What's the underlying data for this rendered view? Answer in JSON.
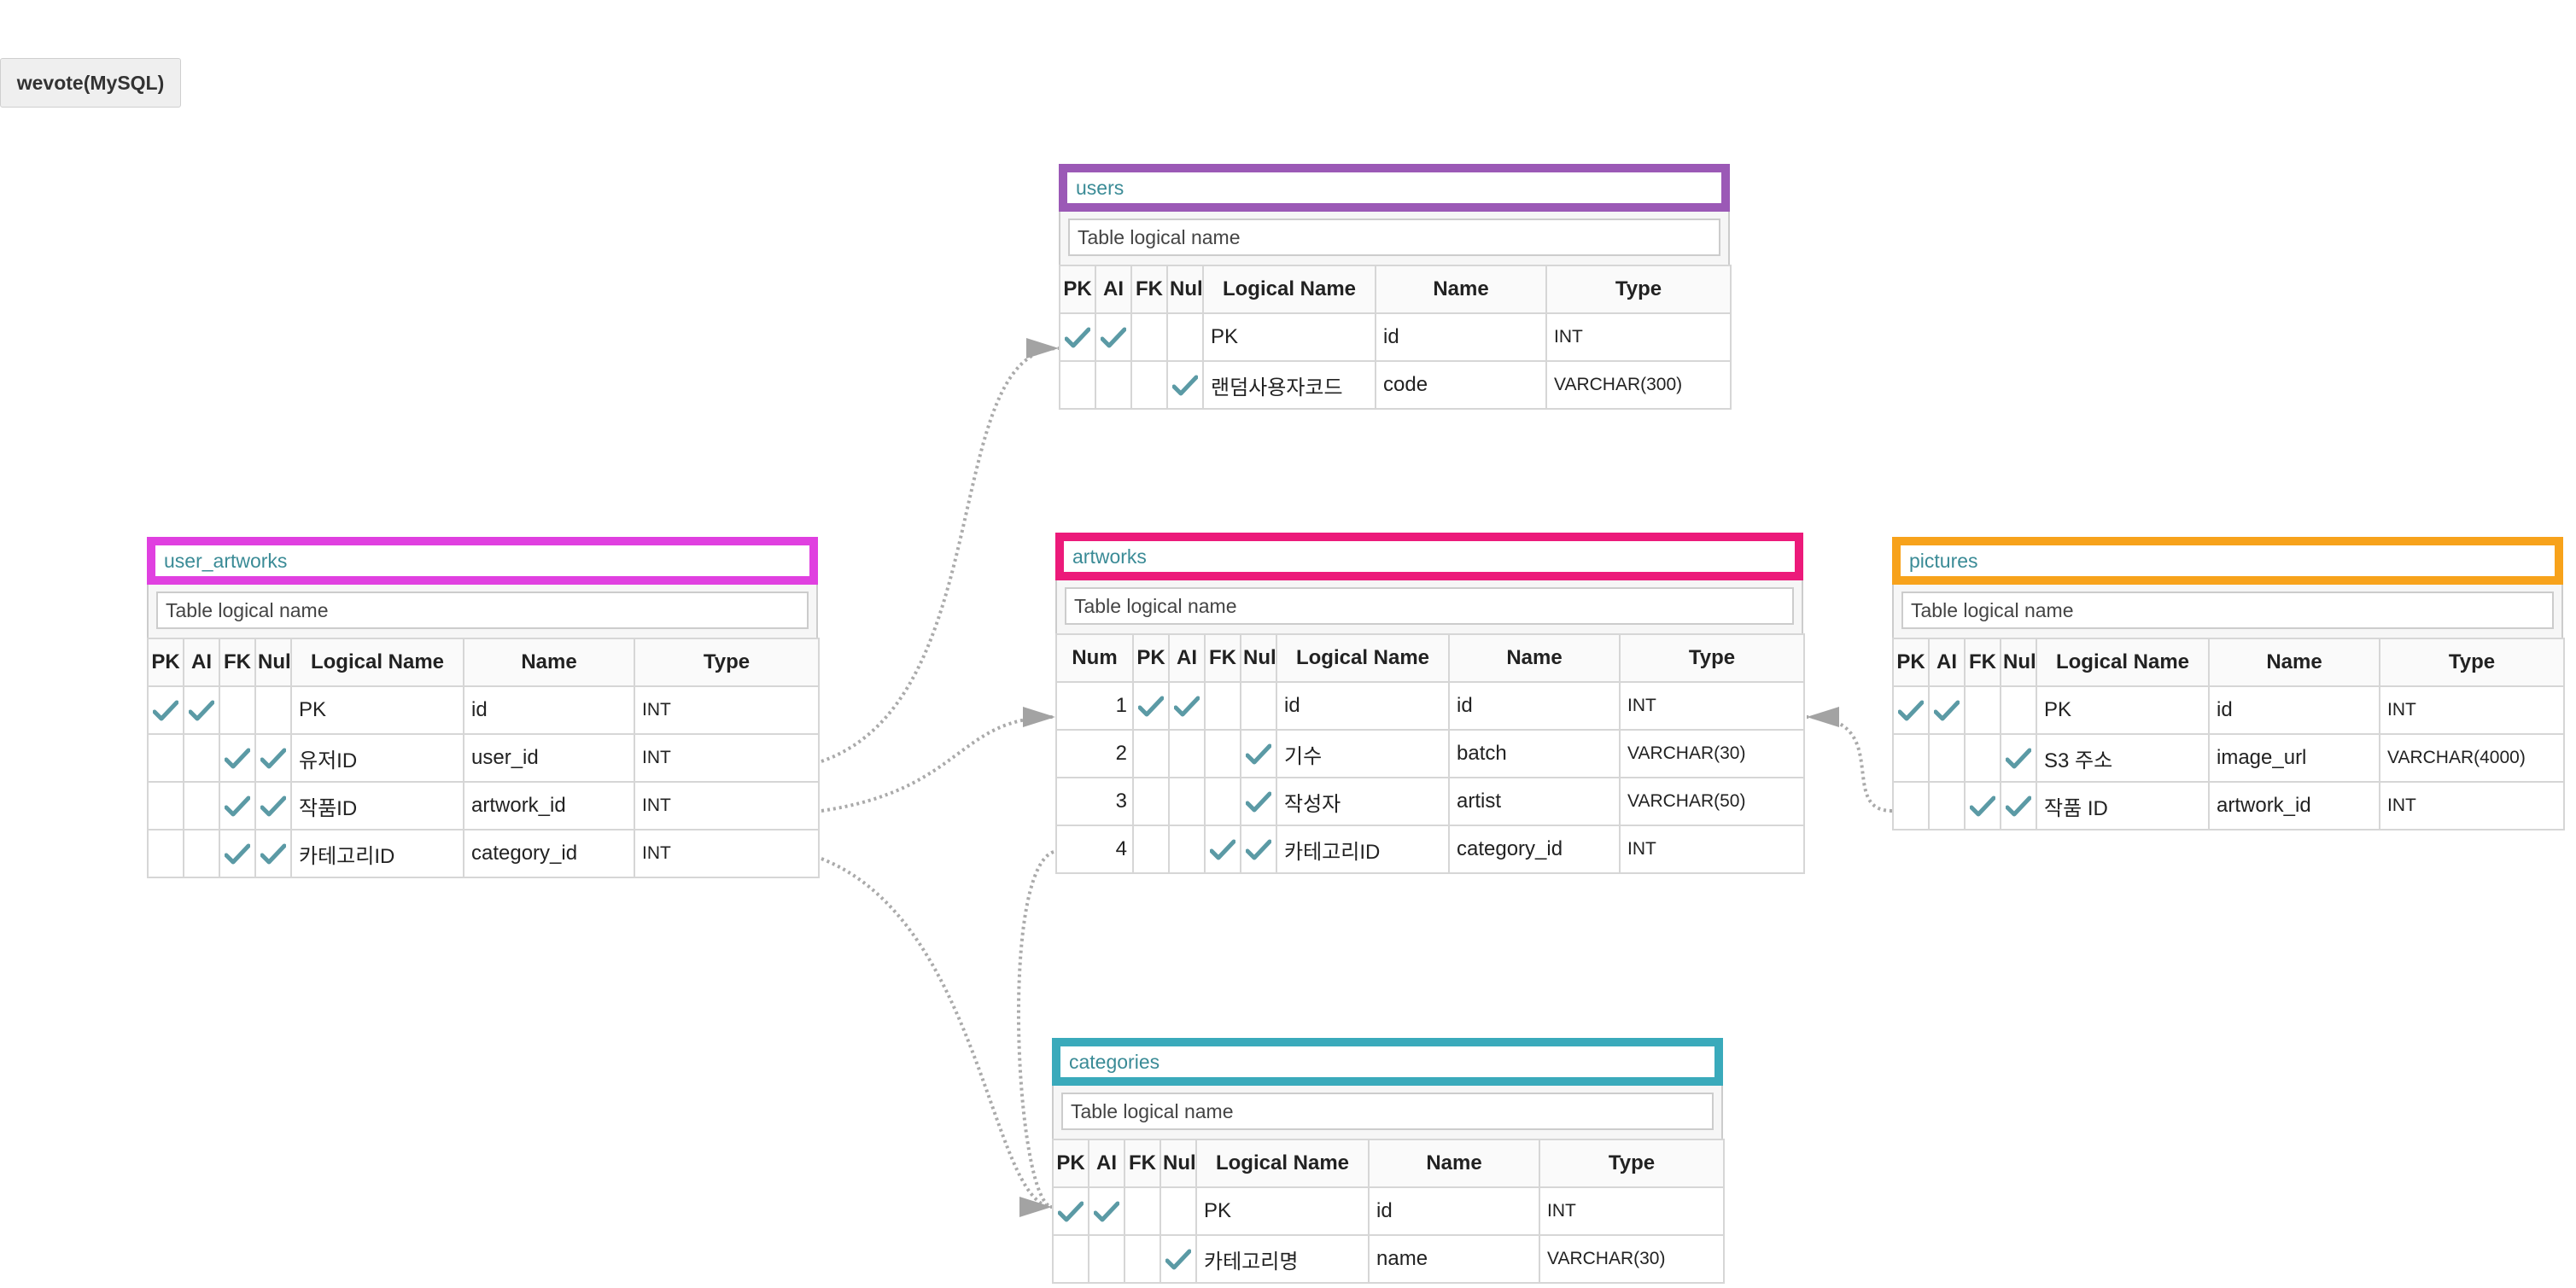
{
  "database_button": "wevote(MySQL)",
  "colors": {
    "users": "#9b59b6",
    "user_artworks": "#e040e0",
    "artworks": "#ec1a7a",
    "pictures": "#f7a21b",
    "categories": "#3aaabb",
    "check": "#5b9aa5",
    "connector": "#aaaaaa"
  },
  "labels": {
    "logical_name_placeholder": "Table logical name",
    "col_num": "Num",
    "col_pk": "PK",
    "col_ai": "AI",
    "col_fk": "FK",
    "col_null": "Null",
    "col_logical": "Logical Name",
    "col_name": "Name",
    "col_type": "Type"
  },
  "tables": {
    "users": {
      "name": "users",
      "columns": [
        {
          "pk": true,
          "ai": true,
          "fk": false,
          "null": false,
          "logical": "PK",
          "name": "id",
          "type": "INT"
        },
        {
          "pk": false,
          "ai": false,
          "fk": false,
          "null": true,
          "logical": "랜덤사용자코드",
          "name": "code",
          "type": "VARCHAR(300)"
        }
      ]
    },
    "user_artworks": {
      "name": "user_artworks",
      "columns": [
        {
          "pk": true,
          "ai": true,
          "fk": false,
          "null": false,
          "logical": "PK",
          "name": "id",
          "type": "INT"
        },
        {
          "pk": false,
          "ai": false,
          "fk": true,
          "null": true,
          "logical": "유저ID",
          "name": "user_id",
          "type": "INT"
        },
        {
          "pk": false,
          "ai": false,
          "fk": true,
          "null": true,
          "logical": "작품ID",
          "name": "artwork_id",
          "type": "INT"
        },
        {
          "pk": false,
          "ai": false,
          "fk": true,
          "null": true,
          "logical": "카테고리ID",
          "name": "category_id",
          "type": "INT"
        }
      ]
    },
    "artworks": {
      "name": "artworks",
      "columns": [
        {
          "num": "1",
          "pk": true,
          "ai": true,
          "fk": false,
          "null": false,
          "logical": "id",
          "name": "id",
          "type": "INT"
        },
        {
          "num": "2",
          "pk": false,
          "ai": false,
          "fk": false,
          "null": true,
          "logical": "기수",
          "name": "batch",
          "type": "VARCHAR(30)"
        },
        {
          "num": "3",
          "pk": false,
          "ai": false,
          "fk": false,
          "null": true,
          "logical": "작성자",
          "name": "artist",
          "type": "VARCHAR(50)"
        },
        {
          "num": "4",
          "pk": false,
          "ai": false,
          "fk": true,
          "null": true,
          "logical": "카테고리ID",
          "name": "category_id",
          "type": "INT"
        }
      ]
    },
    "pictures": {
      "name": "pictures",
      "columns": [
        {
          "pk": true,
          "ai": true,
          "fk": false,
          "null": false,
          "logical": "PK",
          "name": "id",
          "type": "INT"
        },
        {
          "pk": false,
          "ai": false,
          "fk": false,
          "null": true,
          "logical": "S3 주소",
          "name": "image_url",
          "type": "VARCHAR(4000)"
        },
        {
          "pk": false,
          "ai": false,
          "fk": true,
          "null": true,
          "logical": "작품 ID",
          "name": "artwork_id",
          "type": "INT"
        }
      ]
    },
    "categories": {
      "name": "categories",
      "columns": [
        {
          "pk": true,
          "ai": true,
          "fk": false,
          "null": false,
          "logical": "PK",
          "name": "id",
          "type": "INT"
        },
        {
          "pk": false,
          "ai": false,
          "fk": false,
          "null": true,
          "logical": "카테고리명",
          "name": "name",
          "type": "VARCHAR(30)"
        }
      ]
    }
  },
  "relations": [
    {
      "from": "user_artworks.user_id",
      "to": "users.id"
    },
    {
      "from": "user_artworks.artwork_id",
      "to": "artworks.id"
    },
    {
      "from": "user_artworks.category_id",
      "to": "categories.id"
    },
    {
      "from": "artworks.category_id",
      "to": "categories.id"
    },
    {
      "from": "pictures.artwork_id",
      "to": "artworks.id"
    }
  ]
}
